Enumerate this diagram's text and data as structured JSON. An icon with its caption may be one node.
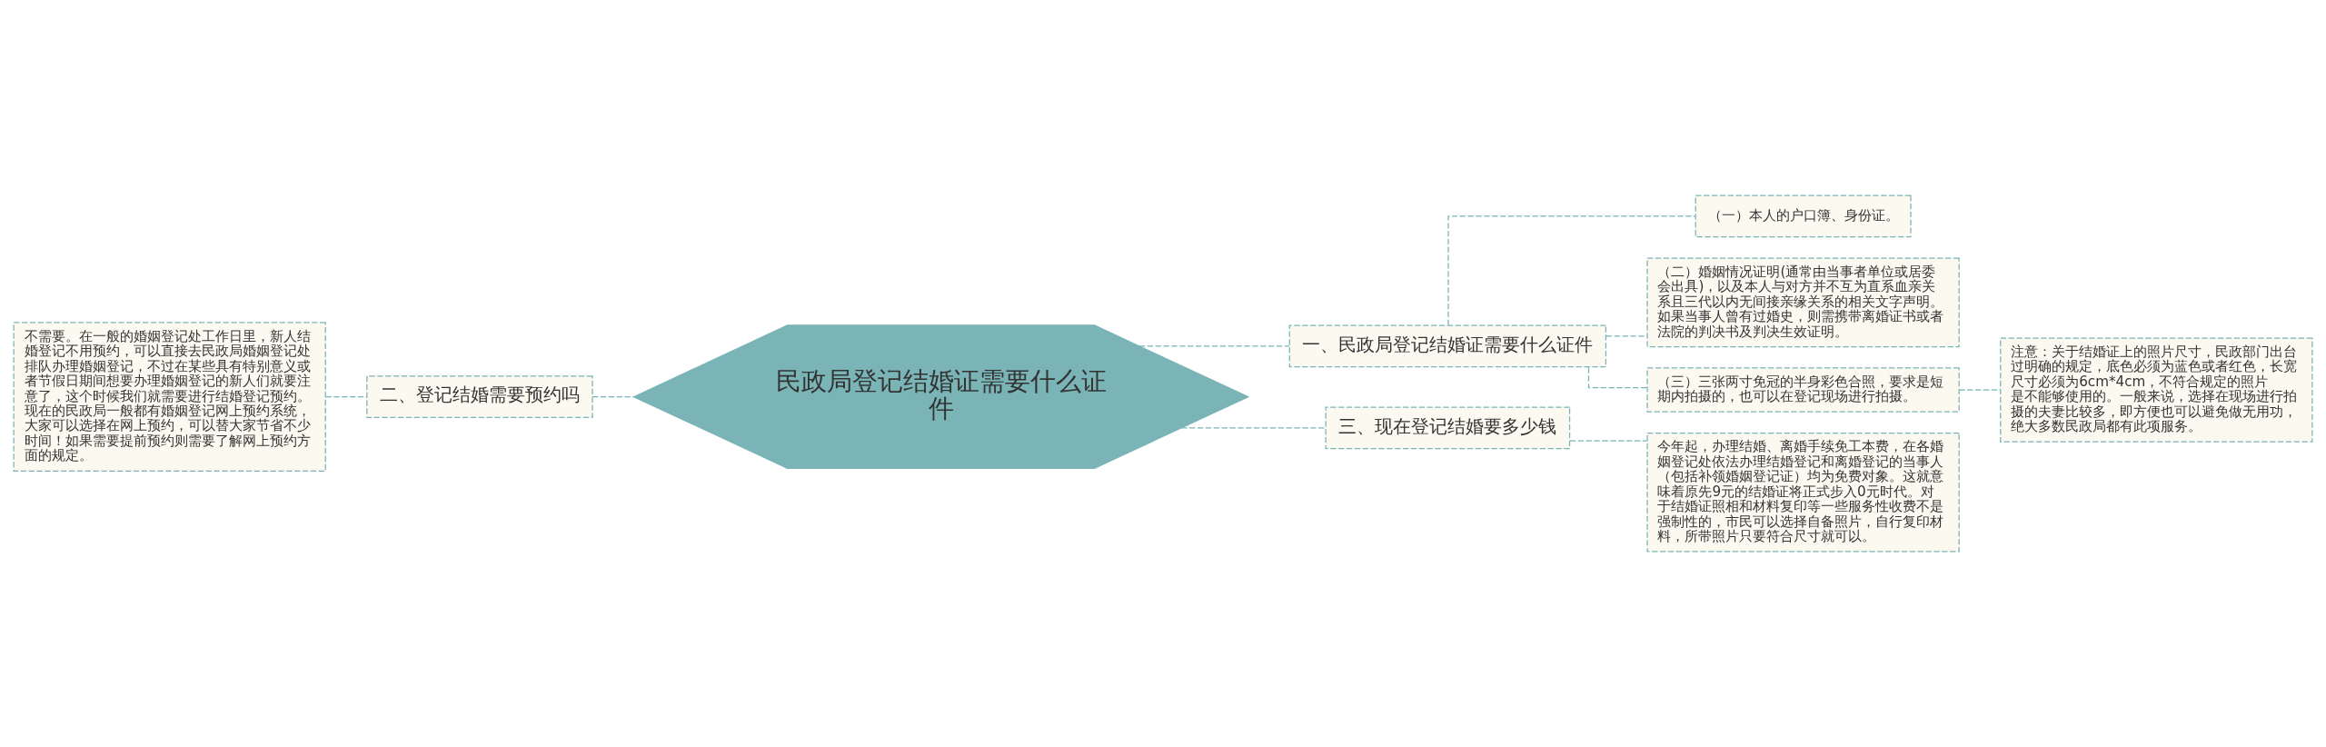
{
  "diagram": {
    "nodes": [
      {
        "text": [
          "民政局登记结婚证需要什么证件"
        ]
      },
      {
        "text": [
          "一、民政局登记结婚证需要什么证件"
        ]
      },
      {
        "text": [
          "（一）本人的户口簿、身份证。"
        ]
      },
      {
        "text": [
          "（二）婚姻情况证明(通常由当事者单位或居委会出具)，以及本人与对方并不互为直系血亲关系且三代以内无间接亲缘关系的相关文字声明。如果当事人曾有过婚史，则需携带离婚证书或者法院的判决书及判决生效证明。"
        ]
      },
      {
        "text": [
          "（三）三张两寸免冠的半身彩色合照，要求是短期内拍摄的，也可以在登记现场进行拍摄。"
        ]
      },
      {
        "text": [
          "注意：关于结婚证上的照片尺寸，民政部门出台过明确的规定，底色必须为蓝色或者红色，长宽尺寸必须为6cm*4cm，不符合规定的照片是不能够使用的。一般来说，选择在现场进行拍摄的夫妻比较多，即方便也可以避免做无用功，绝大多数民政局都有此项服务。"
        ]
      },
      {
        "text": [
          "二、登记结婚需要预约吗"
        ]
      },
      {
        "text": [
          "不需要。在一般的婚姻登记处工作日里，新人结婚登记不用预约，可以直接去民政局婚姻登记处排队办理婚姻登记，不过在某些具有特别意义或者节假日期间想要办理婚姻登记的新人们就要注意了，这个时候我们就需要进行结婚登记预约。现在的民政局一般都有婚姻登记网上预约系统，大家可以选择在网上预约，可以替大家节省不少时间！如果需要提前预约则需要了解网上预约方面的规定。"
        ]
      },
      {
        "text": [
          "三、现在登记结婚要多少钱"
        ]
      },
      {
        "text": [
          "今年起，办理结婚、离婚手续免工本费，在各婚姻登记处依法办理结婚登记和离婚登记的当事人（包括补领婚姻登记证）均为免费对象。这就意味着原先9元的结婚证将正式步入0元时代。对于结婚证照相和材料复印等一些服务性收费不是强制性的，市民可以选择自备照片，自行复印材料，所带照片只要符合尺寸就可以。"
        ]
      }
    ],
    "edges": [
      {
        "from": 0,
        "to": 1,
        "arrow": "none",
        "style": "dashed"
      },
      {
        "from": 1,
        "to": 2,
        "arrow": "none",
        "style": "dashed"
      },
      {
        "from": 1,
        "to": 3,
        "arrow": "none",
        "style": "dashed"
      },
      {
        "from": 1,
        "to": 4,
        "arrow": "none",
        "style": "dashed"
      },
      {
        "from": 4,
        "to": 5,
        "arrow": "none",
        "style": "dashed"
      },
      {
        "from": 0,
        "to": 6,
        "arrow": "none",
        "style": "dashed"
      },
      {
        "from": 6,
        "to": 7,
        "arrow": "none",
        "style": "dashed"
      },
      {
        "from": 0,
        "to": 8,
        "arrow": "none",
        "style": "dashed"
      },
      {
        "from": 8,
        "to": 9,
        "arrow": "none",
        "style": "dashed"
      }
    ]
  }
}
